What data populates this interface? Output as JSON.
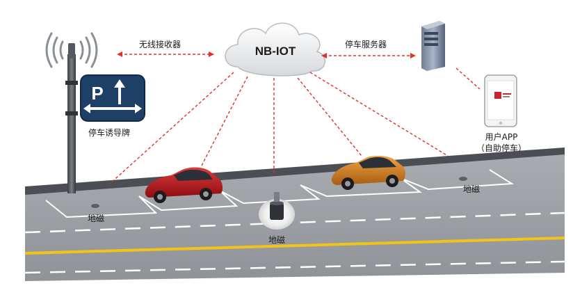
{
  "diagram": {
    "cloud_label": "NB-IOT",
    "wireless_receiver": "无线接收器",
    "parking_server": "停车服务器",
    "parking_sign_label": "停车诱导牌",
    "sign_letter": "P",
    "user_app": {
      "line1": "用户APP",
      "line2": "（自助停车）"
    },
    "sensor_labels": [
      "地磁",
      "地磁",
      "地磁"
    ]
  },
  "colors": {
    "link_dashes": "#e0302a",
    "road": "#9a9ea3",
    "sign_panel": "#1e3f66",
    "lane_yellow": "#f0c419",
    "car_red": "#c4161c",
    "car_orange": "#d9821e"
  },
  "icons": [
    "antenna-icon",
    "parking-sign-icon",
    "cloud-icon",
    "server-icon",
    "smartphone-icon",
    "geomagnetic-sensor-icon",
    "car-icon"
  ]
}
